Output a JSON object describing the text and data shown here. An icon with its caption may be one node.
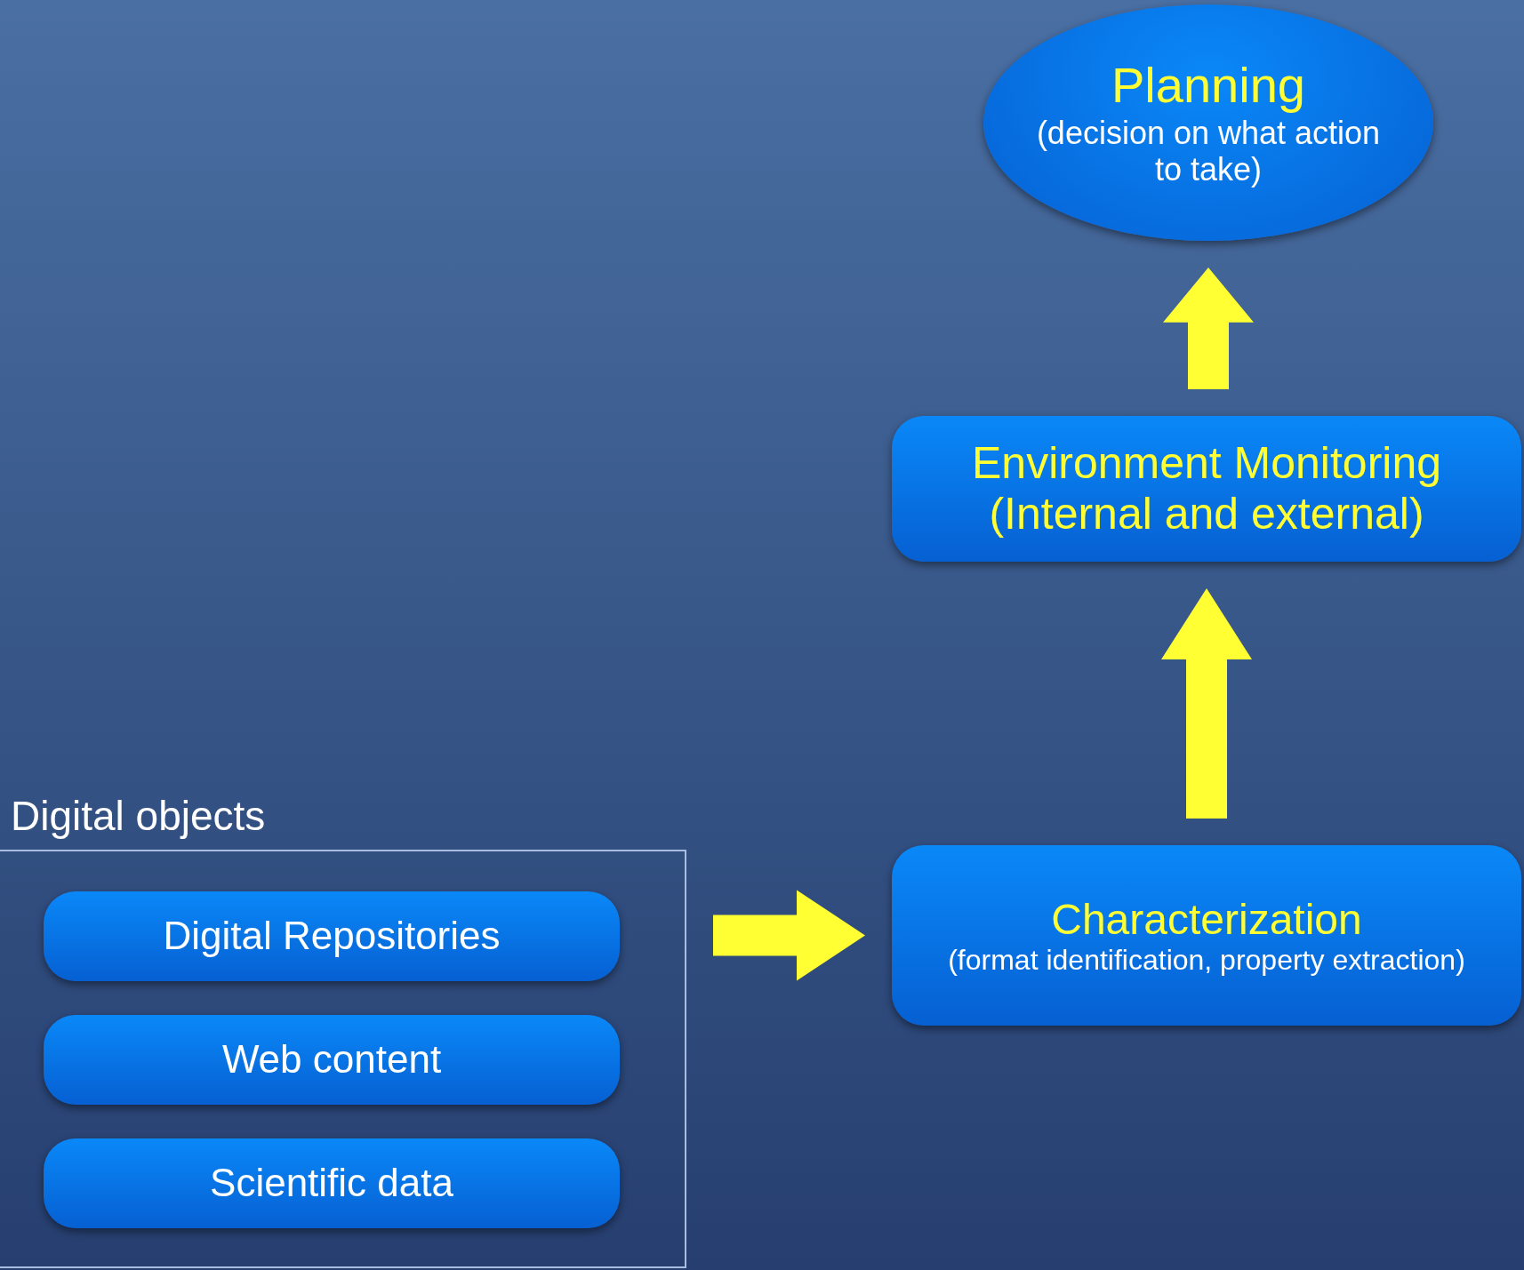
{
  "diagram": {
    "nodes": [
      {
        "text": [
          "Planning",
          "(decision on what action to take)"
        ]
      },
      {
        "text": [
          "Environment Monitoring (Internal and external)"
        ]
      },
      {
        "text": [
          "Digital objects"
        ]
      },
      {
        "text": [
          "Digital Repositories"
        ],
        "in": 2
      },
      {
        "text": [
          "Web content"
        ],
        "in": 2
      },
      {
        "text": [
          "Scientific data"
        ],
        "in": 2
      },
      {
        "text": [
          "Characterization",
          "(format identification, property extraction)"
        ]
      }
    ],
    "edges": [
      {
        "from": 2,
        "to": 6,
        "arrow": "to",
        "style": "thick",
        "color": "#ffff33"
      },
      {
        "from": 6,
        "to": 1,
        "arrow": "to",
        "style": "thick",
        "color": "#ffff33"
      },
      {
        "from": 1,
        "to": 0,
        "arrow": "to",
        "style": "thick",
        "color": "#ffff33"
      }
    ]
  }
}
